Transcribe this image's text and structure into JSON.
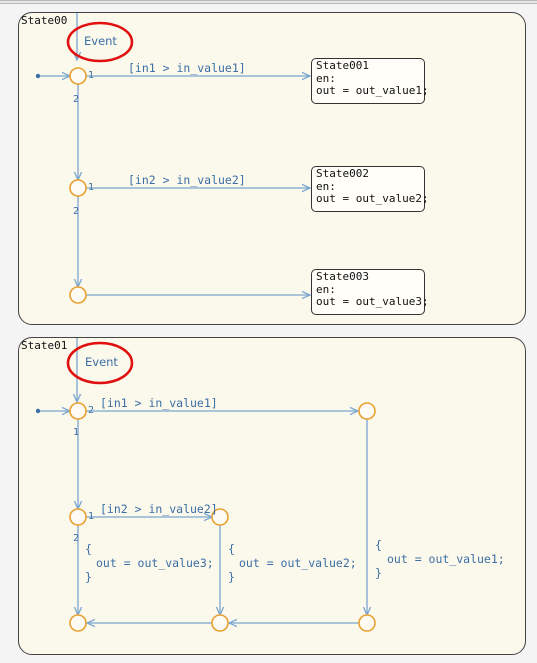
{
  "chart1": {
    "name": "State00",
    "event": "Event",
    "guard1": "[in1 > in_value1]",
    "guard2": "[in2 > in_value2]",
    "states": [
      {
        "name": "State001",
        "entry": "en:",
        "action": "out = out_value1;"
      },
      {
        "name": "State002",
        "entry": "en:",
        "action": "out = out_value2;"
      },
      {
        "name": "State003",
        "entry": "en:",
        "action": "out = out_value3;"
      }
    ],
    "order": [
      "1",
      "2",
      "1",
      "2"
    ]
  },
  "chart2": {
    "name": "State01",
    "event": "Event",
    "guard1": "[in1 > in_value1]",
    "guard2": "[in2 > in_value2]",
    "action1": [
      "{",
      "out = out_value1;",
      "}"
    ],
    "action2": [
      "{",
      "out = out_value2;",
      "}"
    ],
    "action3": [
      "{",
      "out = out_value3;",
      "}"
    ],
    "order": [
      "2",
      "1",
      "1",
      "2"
    ]
  },
  "colors": {
    "junction": "#e8a030",
    "transition": "#7aa6d0",
    "highlight": "#e01010"
  }
}
